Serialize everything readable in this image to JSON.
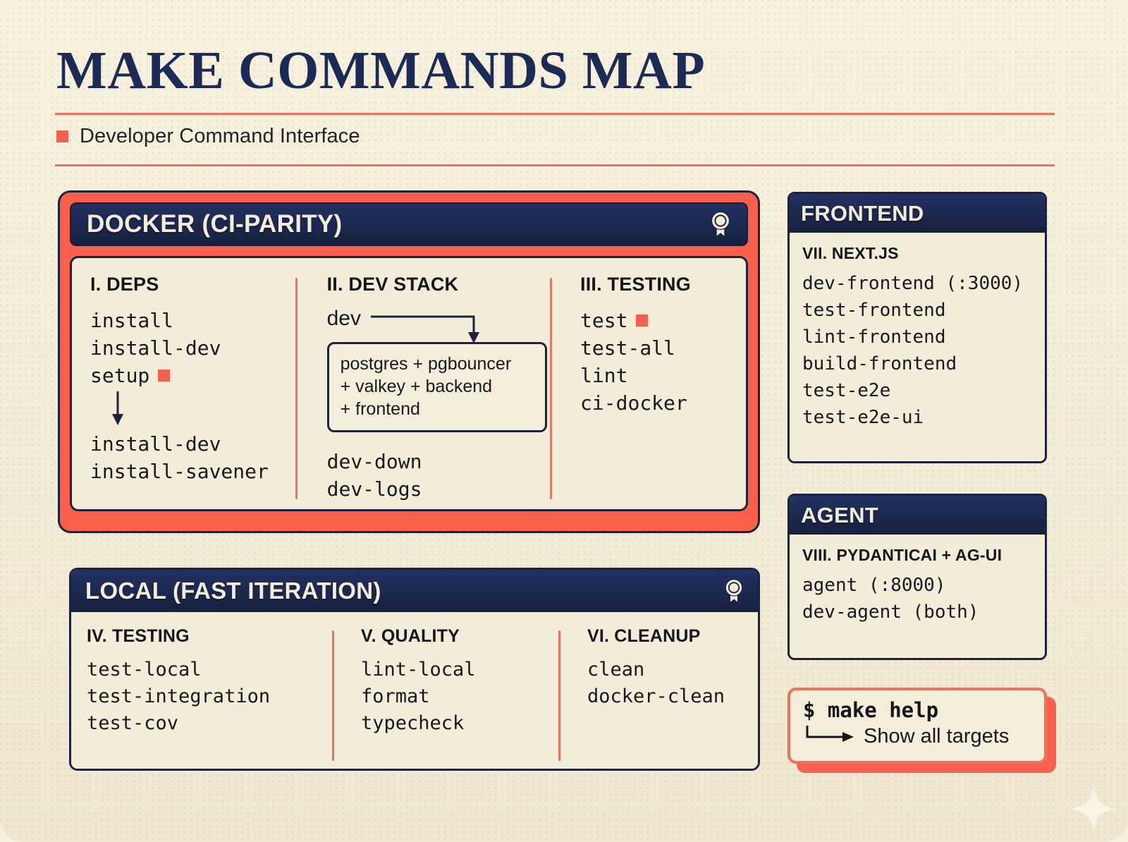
{
  "header": {
    "title": "MAKE COMMANDS MAP",
    "subtitle": "Developer Command Interface",
    "accent_color": "#f4604f",
    "navy_color": "#1c2b55",
    "paper_color": "#f3ecd8"
  },
  "docker": {
    "heading": "DOCKER (CI-PARITY)",
    "badge_icon": "award-rosette-icon",
    "columns": {
      "deps": {
        "title": "I. DEPS",
        "commands": [
          "install",
          "install-dev",
          "setup"
        ],
        "flagged": "setup",
        "arrow_icon": "arrow-down-icon",
        "sub_commands": [
          "install-dev",
          "install-savener"
        ]
      },
      "dev_stack": {
        "title": "II. DEV STACK",
        "trigger": "dev",
        "arrow_icon": "elbow-arrow-down-icon",
        "stack_lines": [
          "postgres + pgbouncer",
          "+ valkey + backend",
          "+ frontend"
        ],
        "commands": [
          "dev-down",
          "dev-logs"
        ]
      },
      "testing": {
        "title": "III. TESTING",
        "commands": [
          "test",
          "test-all",
          "lint",
          "ci-docker"
        ],
        "flagged": "test"
      }
    }
  },
  "local": {
    "heading": "LOCAL (FAST ITERATION)",
    "badge_icon": "award-rosette-icon",
    "columns": {
      "testing": {
        "title": "IV. TESTING",
        "commands": [
          "test-local",
          "test-integration",
          "test-cov"
        ]
      },
      "quality": {
        "title": "V. QUALITY",
        "commands": [
          "lint-local",
          "format",
          "typecheck"
        ]
      },
      "cleanup": {
        "title": "VI. CLEANUP",
        "commands": [
          "clean",
          "docker-clean"
        ]
      }
    }
  },
  "frontend": {
    "heading": "FRONTEND",
    "section_title": "VII. NEXT.JS",
    "commands": [
      "dev-frontend (:3000)",
      "test-frontend",
      "lint-frontend",
      "build-frontend",
      "test-e2e",
      "test-e2e-ui"
    ]
  },
  "agent": {
    "heading": "AGENT",
    "section_title": "VIII. PYDANTICAI + AG-UI",
    "commands": [
      "agent (:8000)",
      "dev-agent (both)"
    ]
  },
  "help": {
    "command": "$ make help",
    "description": "Show all targets",
    "arrow_icon": "elbow-arrow-right-icon"
  }
}
